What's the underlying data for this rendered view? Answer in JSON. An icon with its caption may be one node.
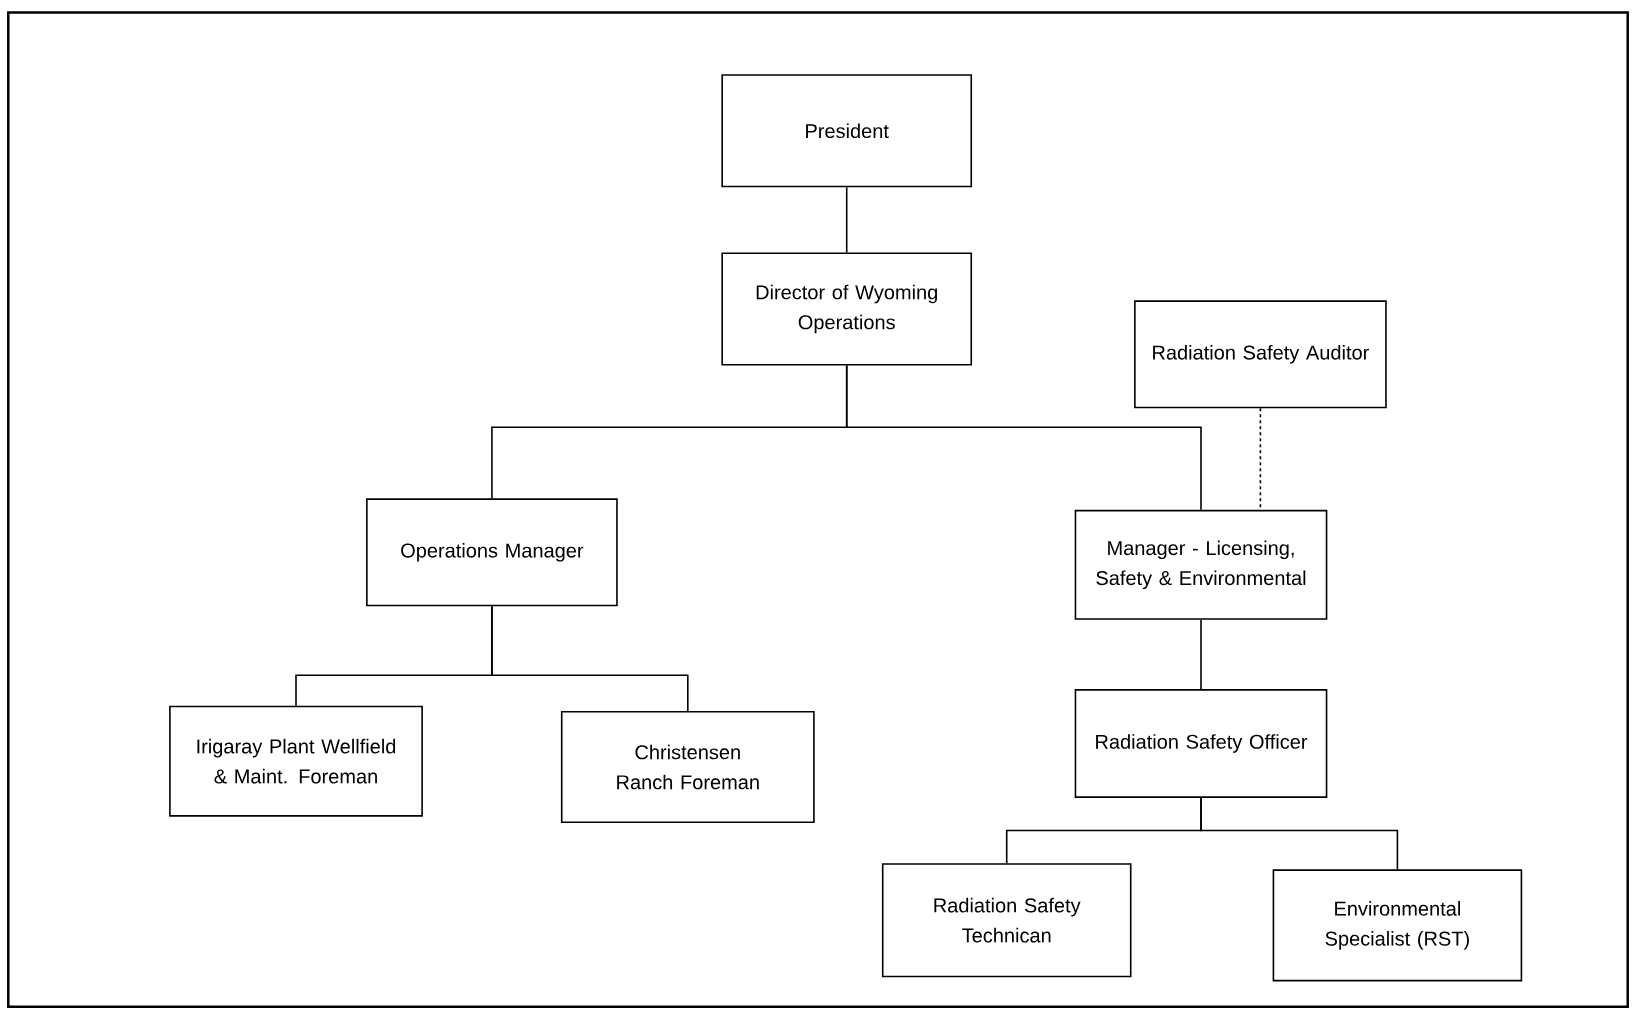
{
  "diagram": {
    "nodes": [
      {
        "text": [
          "President"
        ]
      },
      {
        "text": [
          "Director of Wyoming Operations"
        ]
      },
      {
        "text": [
          "Radiation Safety Auditor"
        ]
      },
      {
        "text": [
          "Operations Manager"
        ]
      },
      {
        "text": [
          "Manager - Licensing, Safety & Environmental"
        ]
      },
      {
        "text": [
          "Irigaray Plant Wellfield & Maint. Foreman"
        ]
      },
      {
        "text": [
          "Christensen Ranch Foreman"
        ]
      },
      {
        "text": [
          "Radiation Safety Officer"
        ]
      },
      {
        "text": [
          "Radiation Safety Technican"
        ]
      },
      {
        "text": [
          "Environmental Specialist (RST)"
        ]
      }
    ],
    "edges": [
      {
        "from": 0,
        "to": 1,
        "arrow": "none"
      },
      {
        "from": 1,
        "to": 3,
        "arrow": "none"
      },
      {
        "from": 1,
        "to": 4,
        "arrow": "none"
      },
      {
        "from": 2,
        "to": 4,
        "arrow": "none",
        "style": "dashed"
      },
      {
        "from": 3,
        "to": 5,
        "arrow": "none"
      },
      {
        "from": 3,
        "to": 6,
        "arrow": "none"
      },
      {
        "from": 4,
        "to": 7,
        "arrow": "none"
      },
      {
        "from": 7,
        "to": 8,
        "arrow": "none"
      },
      {
        "from": 7,
        "to": 9,
        "arrow": "none"
      }
    ]
  }
}
